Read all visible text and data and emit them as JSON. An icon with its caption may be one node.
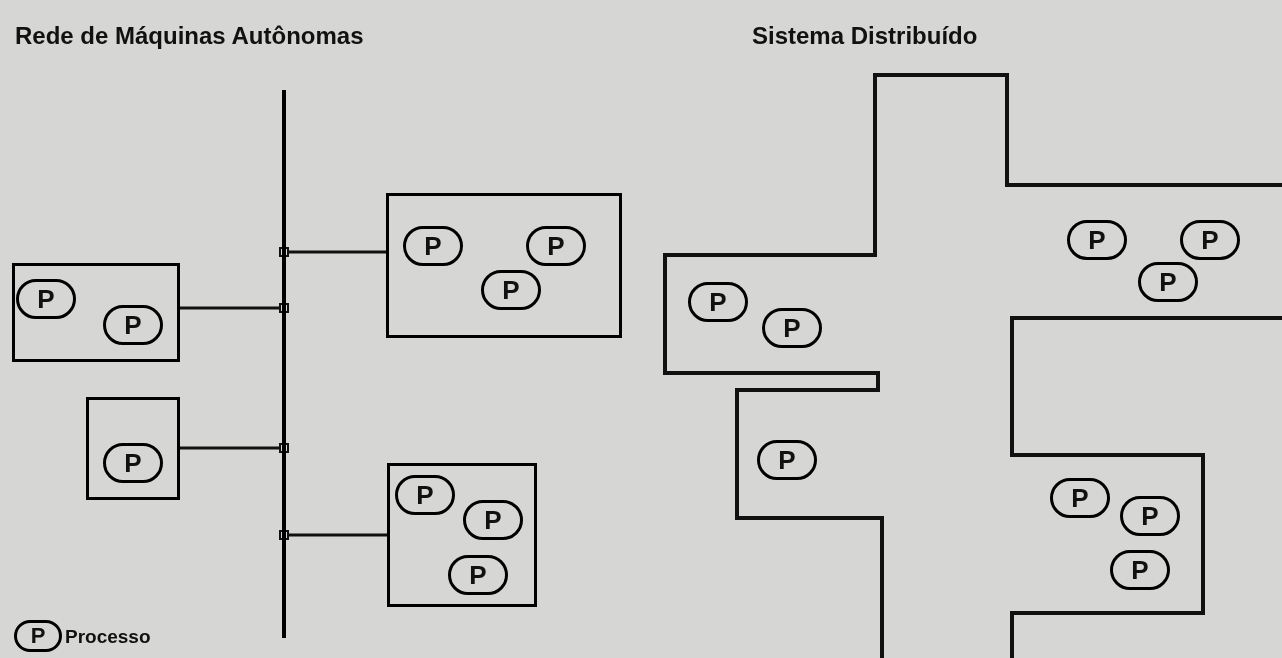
{
  "diagram": {
    "nodes": [
      {
        "text": [],
        "shape": "box"
      },
      {
        "text": [
          "P"
        ],
        "in": 0
      },
      {
        "text": [
          "P"
        ],
        "in": 0
      },
      {
        "text": [
          "P"
        ],
        "in": 0
      },
      {
        "text": [],
        "shape": "box"
      },
      {
        "text": [
          "P"
        ],
        "in": 4
      },
      {
        "text": [
          "P"
        ],
        "in": 4
      },
      {
        "text": [],
        "shape": "box"
      },
      {
        "text": [
          "P"
        ],
        "in": 7
      },
      {
        "text": [],
        "shape": "box"
      },
      {
        "text": [
          "P"
        ],
        "in": 9
      },
      {
        "text": [
          "P"
        ],
        "in": 9
      },
      {
        "text": [
          "P"
        ],
        "in": 9
      },
      {
        "text": [],
        "shape": "bar"
      },
      {
        "text": [],
        "shape": "box"
      },
      {
        "text": [
          "P"
        ],
        "in": 14
      },
      {
        "text": [
          "P"
        ],
        "in": 14
      },
      {
        "text": [
          "P"
        ],
        "in": 14
      },
      {
        "text": [
          "P"
        ],
        "in": 14
      },
      {
        "text": [
          "P"
        ],
        "in": 14
      },
      {
        "text": [
          "P"
        ],
        "in": 14
      },
      {
        "text": [
          "P"
        ],
        "in": 14
      },
      {
        "text": [
          "P"
        ],
        "in": 14
      },
      {
        "text": [
          "P"
        ],
        "in": 14
      },
      {
        "text": [
          "P"
        ],
        "beside": [
          "Processo"
        ]
      }
    ],
    "edges": [
      {
        "from": 0,
        "to": 13,
        "arrow": "other"
      },
      {
        "from": 4,
        "to": 13,
        "arrow": "other"
      },
      {
        "from": 7,
        "to": 13,
        "arrow": "other"
      },
      {
        "from": 9,
        "to": 13,
        "arrow": "other"
      }
    ],
    "labels": [
      "Rede de Máquinas Autônomas",
      "Sistema Distribuído"
    ]
  }
}
